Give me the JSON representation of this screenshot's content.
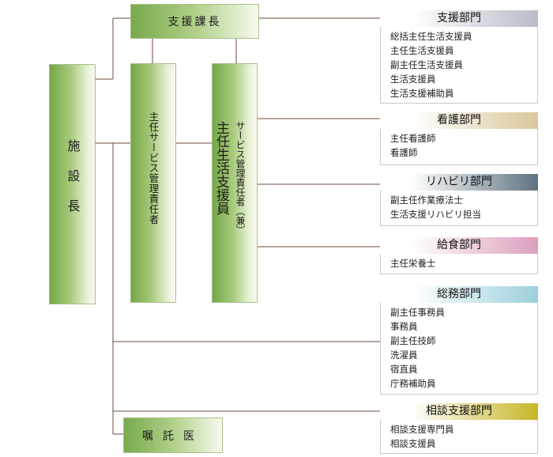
{
  "roles": {
    "director": "施設長",
    "support_chief": "支援課長",
    "service_manager": "主任サービス管理責任者",
    "chief_worker_main": "主任生活支援員",
    "chief_worker_sub": "サービス管理責任者（兼）",
    "doctor": "嘱託医"
  },
  "departments": [
    {
      "name": "支援部門",
      "color": "#b9bcc8",
      "items": [
        "総括主任生活支援員",
        "主任生活支援員",
        "副主任生活支援員",
        "生活支援員",
        "生活支援補助員"
      ]
    },
    {
      "name": "看護部門",
      "color": "#d9c79b",
      "items": [
        "主任看護師",
        "看護師"
      ]
    },
    {
      "name": "リハビリ部門",
      "color": "#5e7380",
      "items": [
        "副主任作業療法士",
        "生活支援リハビリ担当"
      ]
    },
    {
      "name": "給食部門",
      "color": "#dc9fbd",
      "items": [
        "主任栄養士"
      ]
    },
    {
      "name": "総務部門",
      "color": "#9dd0dc",
      "items": [
        "副主任事務員",
        "事務員",
        "副主任技師",
        "洗濯員",
        "宿直員",
        "庁務補助員"
      ]
    },
    {
      "name": "相談支援部門",
      "color": "#c7b526",
      "items": [
        "相談支援専門員",
        "相談支援員"
      ]
    }
  ]
}
